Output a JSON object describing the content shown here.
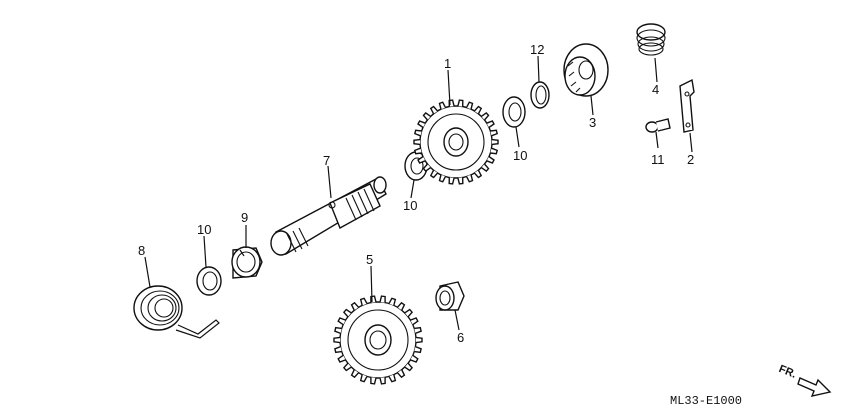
{
  "diagram": {
    "code": "ML33-E1000",
    "direction_label": "FR.",
    "callouts": [
      "1",
      "2",
      "3",
      "4",
      "5",
      "6",
      "7",
      "8",
      "9",
      "10",
      "10",
      "10",
      "11",
      "12"
    ]
  }
}
